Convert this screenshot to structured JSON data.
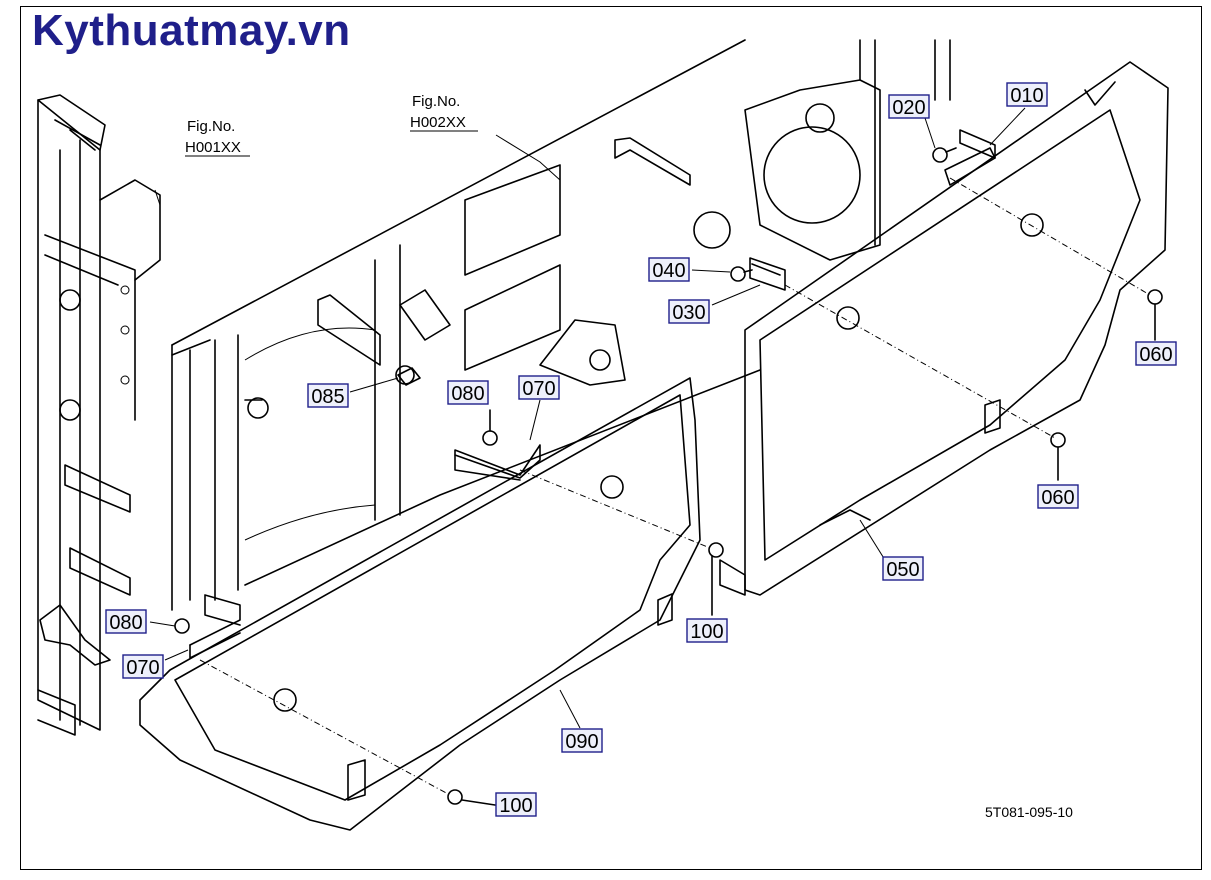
{
  "brand": "Kythuatmay.vn",
  "fig_refs": [
    {
      "label": "Fig.No.",
      "code": "H001XX"
    },
    {
      "label": "Fig.No.",
      "code": "H002XX"
    }
  ],
  "callouts": [
    "010",
    "020",
    "030",
    "040",
    "050",
    "060",
    "060",
    "070",
    "070",
    "080",
    "080",
    "085",
    "090",
    "100",
    "100"
  ],
  "drawing_code": "5T081-095-10"
}
